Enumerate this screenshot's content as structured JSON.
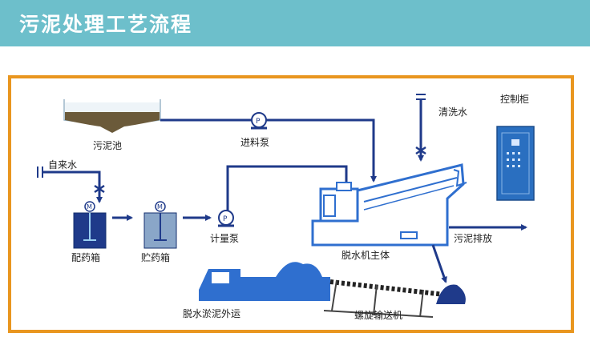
{
  "title": "污泥处理工艺流程",
  "labels": {
    "sludge_tank": "污泥池",
    "feed_pump": "进料泵",
    "control_cabinet": "控制柜",
    "wash_water": "清洗水",
    "tap_water": "自来水",
    "mixing_tank": "配药箱",
    "storage_tank": "贮药箱",
    "metering_pump": "计量泵",
    "dewatering_unit": "脱水机主体",
    "sludge_discharge": "污泥排放",
    "truck_transport": "脱水淤泥外运",
    "screw_conveyor": "螺旋输送机"
  },
  "pump_symbol": "P",
  "motor_symbol": "M",
  "colors": {
    "header": "#6dbfcb",
    "frame": "#e9961f",
    "pipe": "#1f3a8a",
    "equipment": "#2f6fcf",
    "sludge": "#6b5a3a",
    "cabinet": "#2a6fc0"
  }
}
